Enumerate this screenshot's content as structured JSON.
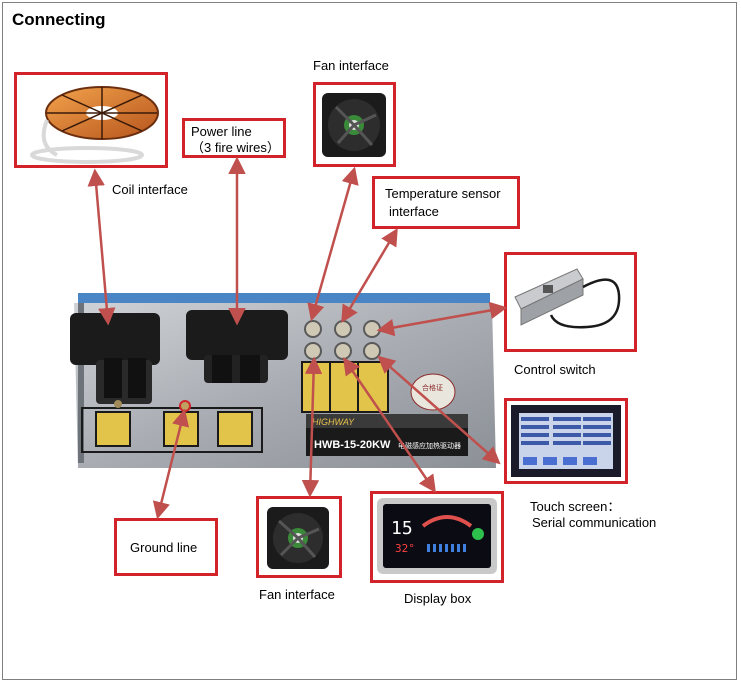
{
  "title": "Connecting",
  "labels": {
    "coil": "Coil interface",
    "power_line_1": "Power line",
    "power_line_2": "（3 fire wires）",
    "fan_top": "Fan interface",
    "temp_sensor_1": "Temperature sensor",
    "temp_sensor_2": "interface",
    "control_switch": "Control switch",
    "touch_screen_1": "Touch screen：",
    "touch_screen_2": "Serial communication",
    "ground_line": "Ground line",
    "fan_bottom": "Fan interface",
    "display_box": "Display box"
  },
  "device": {
    "model": "HWB-15-20KW",
    "subtitle": "电磁感应加热驱动器",
    "brand": "HIGHWAY",
    "sticker": "合格证"
  },
  "display_panel": {
    "power_reading": "15",
    "temp_reading": "32°"
  },
  "colors": {
    "accent": "#d2232a",
    "arrow": "#c0504d"
  }
}
